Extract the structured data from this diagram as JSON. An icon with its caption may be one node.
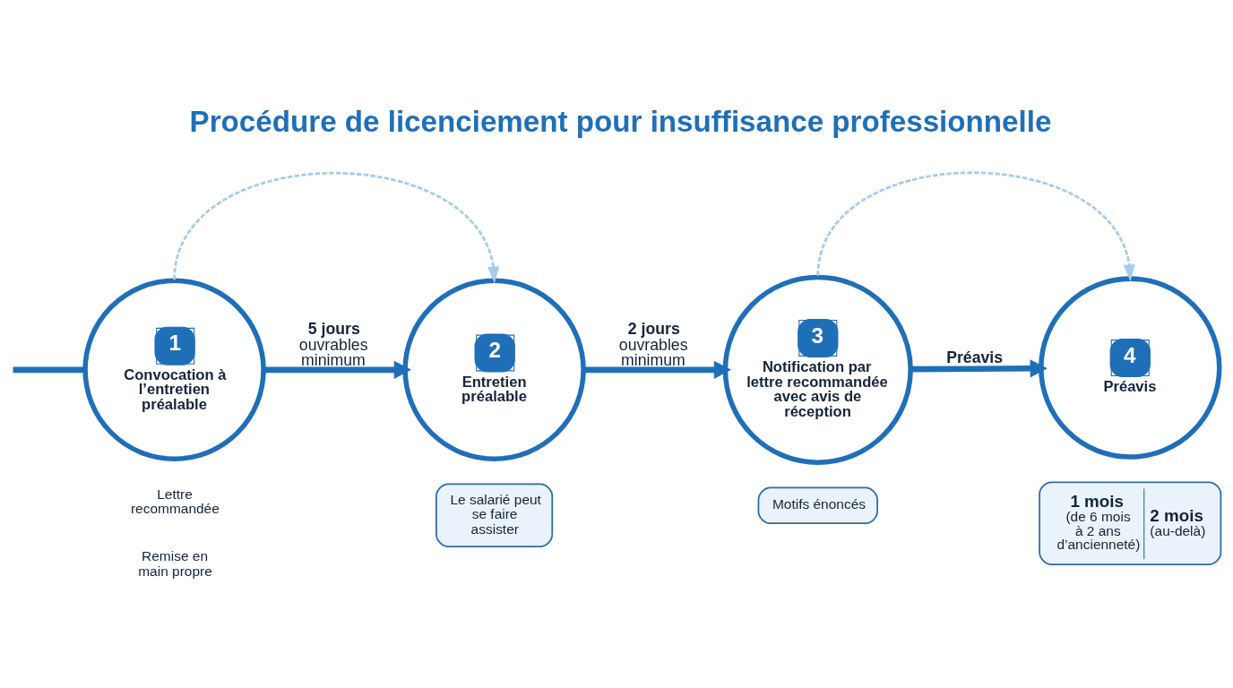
{
  "diagram": {
    "title": "Procédure de licenciement pour insuffisance professionnelle",
    "nodes": [
      {
        "text": [
          "1",
          "Convocation à l’entretien préalable"
        ]
      },
      {
        "text": [
          "2",
          "Entretien préalable"
        ]
      },
      {
        "text": [
          "3",
          "Notification par lettre recommandée avec avis de réception"
        ]
      },
      {
        "text": [
          "4",
          "Préavis"
        ]
      },
      {
        "text": [
          "Le salarié peut se faire assister"
        ]
      },
      {
        "text": [
          "Motifs énoncés"
        ]
      },
      {
        "text": [
          "1 mois",
          "(de 6 mois à 2 ans d’ancienneté)",
          "2 mois",
          "(au-delà)"
        ]
      }
    ],
    "edges": [
      {
        "from": null,
        "to": 0,
        "arrow": "none"
      },
      {
        "from": 0,
        "to": 1,
        "arrow": "to",
        "label": "**5 jours** ouvrables minimum"
      },
      {
        "from": 0,
        "to": 1,
        "arrow": "to",
        "style": "dashed",
        "color": "#a9cbe9"
      },
      {
        "from": 1,
        "to": 2,
        "arrow": "to",
        "label": "**2 jours** ouvrables minimum"
      },
      {
        "from": 2,
        "to": 3,
        "arrow": "to",
        "label": "Préavis"
      },
      {
        "from": 2,
        "to": 3,
        "arrow": "to",
        "style": "dashed",
        "color": "#a9cbe9"
      }
    ],
    "labels": [
      "Lettre recommandée",
      "Remise en main propre"
    ]
  }
}
